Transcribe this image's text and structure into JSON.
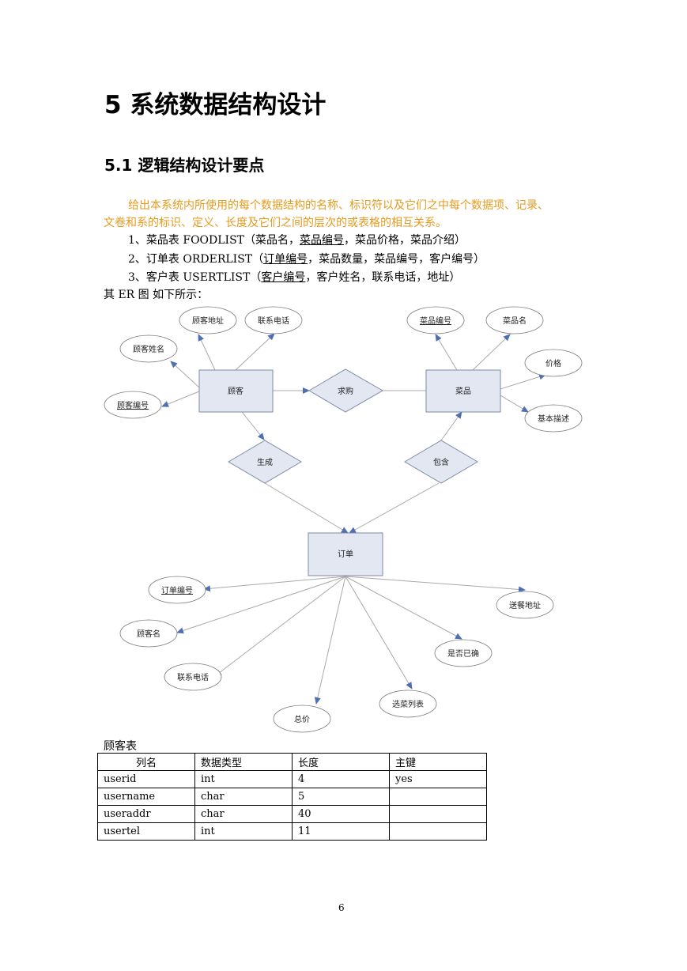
{
  "heading1": "5 系统数据结构设计",
  "heading2": "5.1 逻辑结构设计要点",
  "intro": {
    "line1": "给出本系统内所使用的每个数据结构的名称、标识符以及它们之中每个数据项、记录、",
    "line2": "文卷和系的标识、定义、长度及它们之间的层次的或表格的相互关系。"
  },
  "items": [
    {
      "prefix": "1、菜品表  FOODLIST（菜品名，",
      "key": "菜品编号",
      "suffix": "，菜品价格，菜品介绍）"
    },
    {
      "prefix": "2、订单表 ORDERLIST（",
      "key": "订单编号",
      "suffix": "，菜品数量，菜品编号，客户编号）"
    },
    {
      "prefix": "3、客户表 USERTLIST（",
      "key": "客户编号",
      "suffix": "，客户姓名，联系电话，地址）"
    }
  ],
  "er_caption": "其 ER 图  如下所示：",
  "er_diagram": {
    "entities": {
      "customer": "顾客",
      "dish": "菜品",
      "order": "订单"
    },
    "relationships": {
      "purchase": "求购",
      "generate": "生成",
      "contain": "包含"
    },
    "attributes": {
      "customer_address": "顾客地址",
      "customer_phone": "联系电话",
      "customer_name": "顾客姓名",
      "customer_id": "顾客编号",
      "dish_id": "菜品编号",
      "dish_name": "菜品名",
      "dish_price": "价格",
      "dish_desc": "基本描述",
      "order_id": "订单编号",
      "order_customer_name": "顾客名",
      "order_phone": "联系电话",
      "order_total": "总价",
      "order_items": "选菜列表",
      "order_confirmed": "是否已确",
      "order_address": "送餐地址"
    }
  },
  "table": {
    "caption": "顾客表",
    "headers": [
      "列名",
      "数据类型",
      "长度",
      "主键"
    ],
    "rows": [
      [
        "userid",
        "int",
        "4",
        "yes"
      ],
      [
        "username",
        "char",
        "5",
        ""
      ],
      [
        "useraddr",
        "char",
        "40",
        ""
      ],
      [
        "usertel",
        "int",
        "11",
        ""
      ]
    ]
  },
  "page_number": "6",
  "colors": {
    "intro_text": "#e69a1c",
    "entity_fill": "#e3e7f1",
    "entity_stroke": "#7e8aa6",
    "arrow": "#4f6fb3",
    "line": "#a9a9a9"
  }
}
